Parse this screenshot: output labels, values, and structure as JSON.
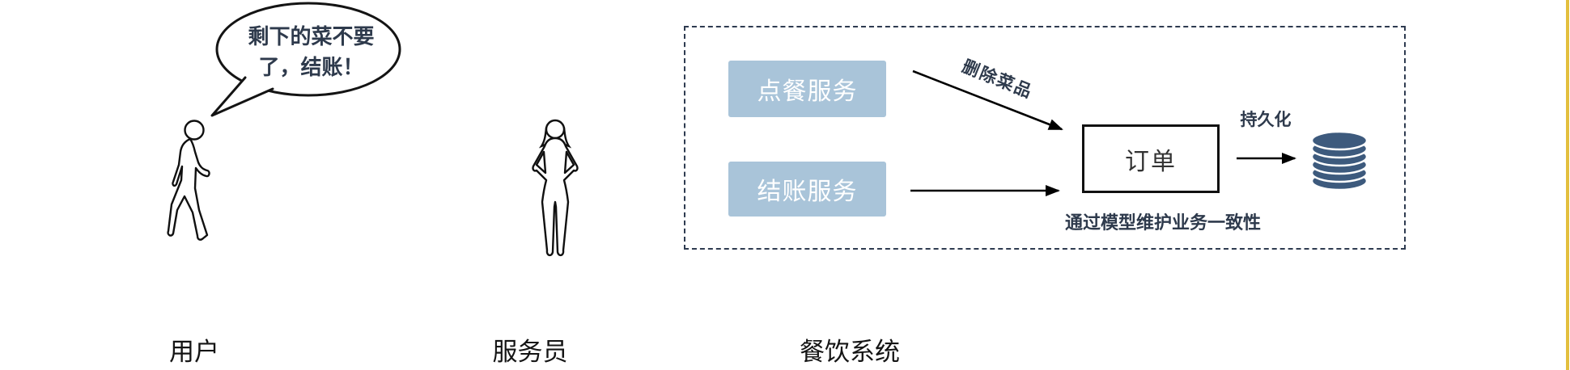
{
  "speech_bubble": {
    "line1": "剩下的菜不要",
    "line2": "了，结账！"
  },
  "actors": [
    {
      "label": "用户"
    },
    {
      "label": "服务员"
    }
  ],
  "system": {
    "label": "餐饮系统",
    "services": [
      {
        "label": "点餐服务"
      },
      {
        "label": "结账服务"
      }
    ],
    "order_box": {
      "label": "订单"
    },
    "arrow_labels": {
      "delete_dish": "删除菜品",
      "persist": "持久化"
    },
    "caption": "通过模型维护业务一致性"
  },
  "icons": {
    "user_figure": "walking-person-icon",
    "waiter_figure": "standing-person-icon",
    "speech_bubble": "speech-bubble-icon",
    "database": "database-icon"
  },
  "colors": {
    "service_box": "#a9c4d9",
    "service_text": "#ffffff",
    "database": "#3d5a7d",
    "dashed_border": "#2e3b50",
    "annotation_text": "#2e3a4c",
    "arrow": "#000000",
    "accent_strip": "#e3bf3e"
  }
}
